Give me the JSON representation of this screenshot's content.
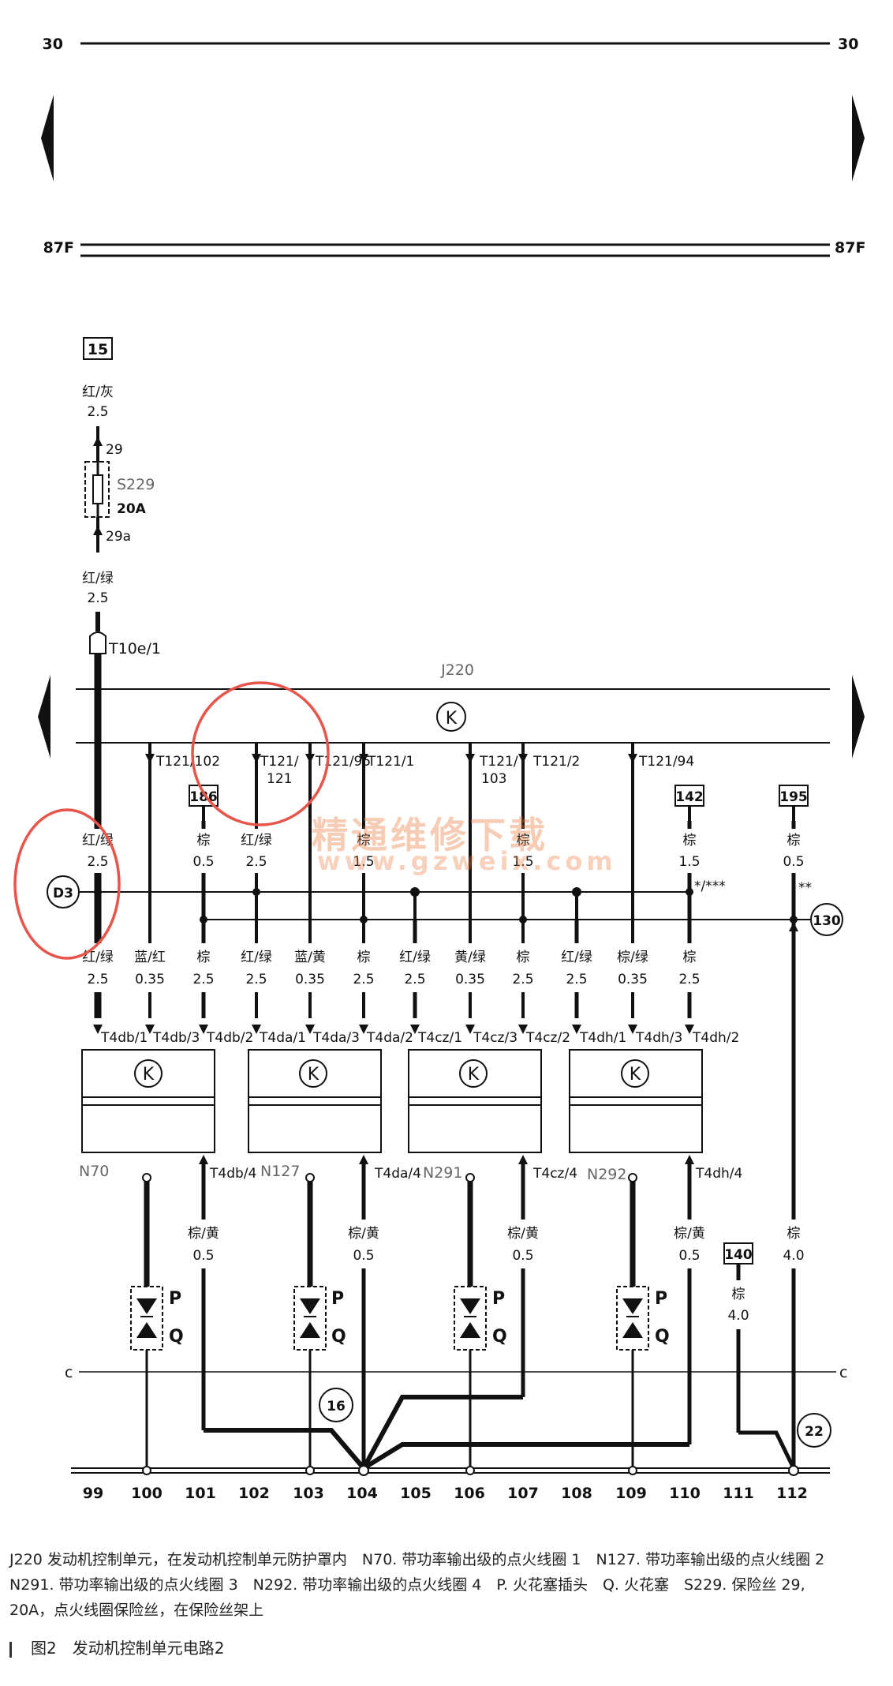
{
  "rails": {
    "top": "30",
    "mid": "87F",
    "c": "c"
  },
  "fuse_feed": {
    "terminal": "15",
    "wire1_color": "红/灰",
    "wire1_size": "2.5",
    "pin_in": "29",
    "fuse_id": "S229",
    "fuse_rating": "20A",
    "pin_out": "29a",
    "wire2_color": "红/绿",
    "wire2_size": "2.5",
    "connector": "T10e/1"
  },
  "ecu": {
    "id": "J220",
    "symbol": "K",
    "pins": [
      "T121/102",
      "T121/",
      "121",
      "T121/95",
      "T121/1",
      "T121/",
      "103",
      "T121/2",
      "T121/94"
    ]
  },
  "ref_boxes": [
    "186",
    "142",
    "195",
    "140"
  ],
  "splice": "D3",
  "circle_refs": [
    "130",
    "16",
    "22"
  ],
  "star_notes": [
    "*/***",
    "**"
  ],
  "upper_wires": [
    {
      "color": "红/绿",
      "size": "2.5"
    },
    {
      "color": "棕",
      "size": "0.5"
    },
    {
      "color": "红/绿",
      "size": "2.5"
    },
    {
      "color": "棕",
      "size": "1.5"
    },
    {
      "color": "棕",
      "size": "1.5"
    },
    {
      "color": "棕",
      "size": "1.5"
    },
    {
      "color": "棕",
      "size": "0.5"
    }
  ],
  "lower_wires": [
    {
      "color": "红/绿",
      "size": "2.5"
    },
    {
      "color": "蓝/红",
      "size": "0.35"
    },
    {
      "color": "棕",
      "size": "2.5"
    },
    {
      "color": "红/绿",
      "size": "2.5"
    },
    {
      "color": "蓝/黄",
      "size": "0.35"
    },
    {
      "color": "棕",
      "size": "2.5"
    },
    {
      "color": "红/绿",
      "size": "2.5"
    },
    {
      "color": "黄/绿",
      "size": "0.35"
    },
    {
      "color": "棕",
      "size": "2.5"
    },
    {
      "color": "红/绿",
      "size": "2.5"
    },
    {
      "color": "棕/绿",
      "size": "0.35"
    },
    {
      "color": "棕",
      "size": "2.5"
    }
  ],
  "coil_pins": [
    "T4db/1",
    "T4db/3",
    "T4db/2",
    "T4da/1",
    "T4da/3",
    "T4da/2",
    "T4cz/1",
    "T4cz/3",
    "T4cz/2",
    "T4dh/1",
    "T4dh/3",
    "T4dh/2"
  ],
  "coils": [
    {
      "id": "N70",
      "ground_pin": "T4db/4"
    },
    {
      "id": "N127",
      "ground_pin": "T4da/4"
    },
    {
      "id": "N291",
      "ground_pin": "T4cz/4"
    },
    {
      "id": "N292",
      "ground_pin": "T4dh/4"
    }
  ],
  "ground_wire": {
    "color": "棕/黄",
    "size": "0.5"
  },
  "wire_112": {
    "color": "棕",
    "size": "4.0"
  },
  "wire_111": {
    "color": "棕",
    "size": "4.0"
  },
  "spark": {
    "p": "P",
    "q": "Q"
  },
  "columns": [
    "99",
    "100",
    "101",
    "102",
    "103",
    "104",
    "105",
    "106",
    "107",
    "108",
    "109",
    "110",
    "111",
    "112"
  ],
  "watermark": {
    "cn": "精通维修下载",
    "url": "www.gzweix.com"
  },
  "caption": {
    "line1": "J220 发动机控制单元，在发动机控制单元防护罩内　N70. 带功率输出级的点火线圈 1　N127. 带功率输出级的点火线圈 2",
    "line2": "N291. 带功率输出级的点火线圈 3　N292. 带功率输出级的点火线圈 4　P. 火花塞插头　Q. 火花塞　S229. 保险丝 29,",
    "line3": "20A，点火线圈保险丝，在保险丝架上"
  },
  "figure_title": "图2　发动机控制单元电路2",
  "colors": {
    "ink": "#111111",
    "highlight": "#e8534a",
    "watermark": "#eb783c"
  }
}
